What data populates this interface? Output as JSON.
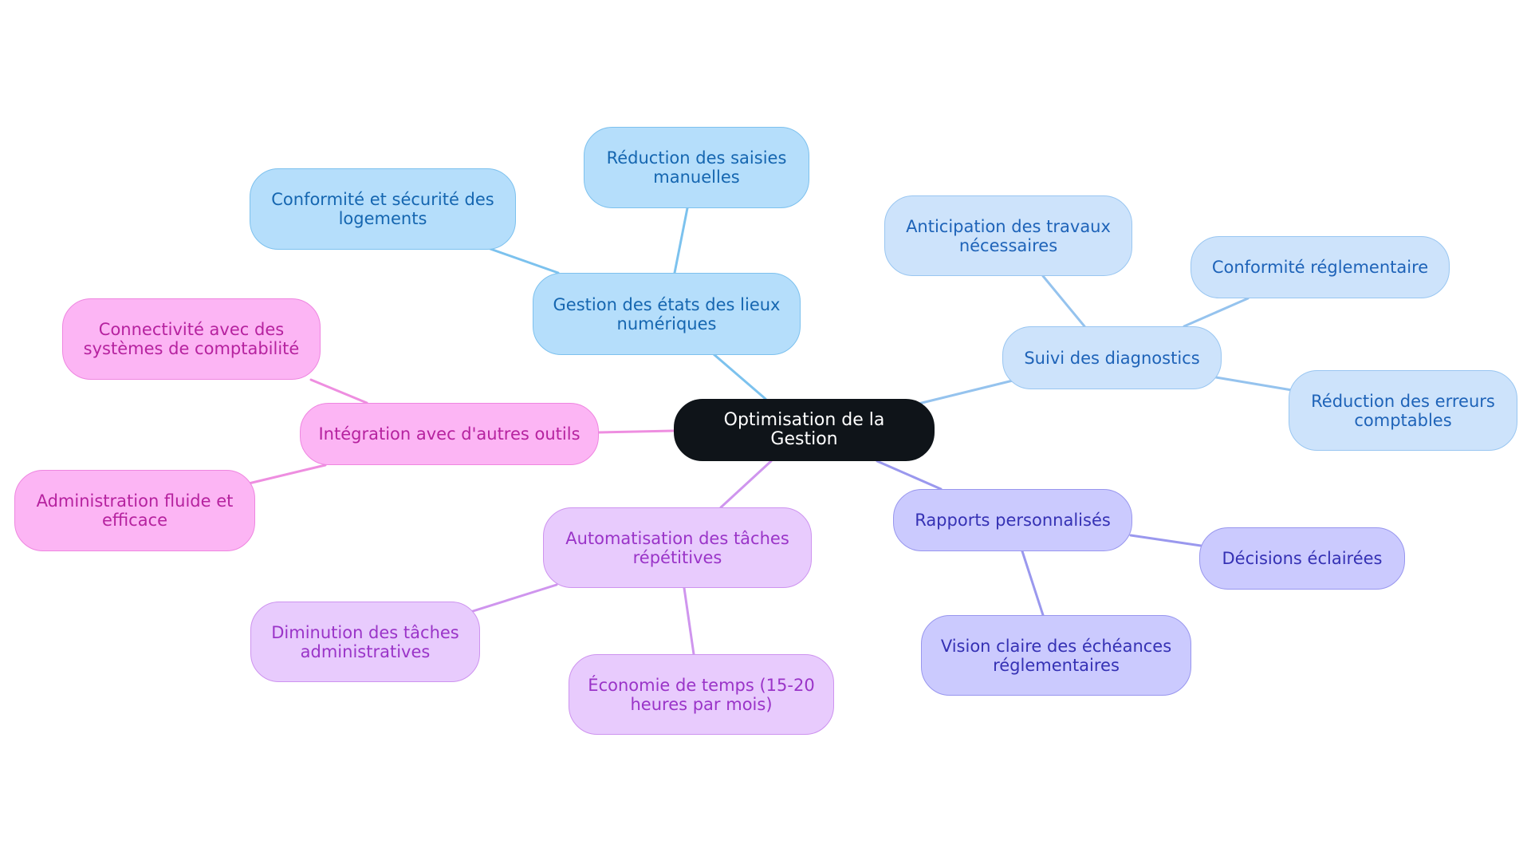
{
  "root": {
    "label": "Optimisation de la Gestion"
  },
  "branches": {
    "gestion": {
      "label": "Gestion des états des lieux numériques",
      "children": [
        "Conformité et sécurité des logements",
        "Réduction des saisies manuelles"
      ]
    },
    "suivi": {
      "label": "Suivi des diagnostics",
      "children": [
        "Anticipation des travaux nécessaires",
        "Conformité réglementaire",
        "Réduction des erreurs comptables"
      ]
    },
    "rapports": {
      "label": "Rapports personnalisés",
      "children": [
        "Décisions éclairées",
        "Vision claire des échéances réglementaires"
      ]
    },
    "automatisation": {
      "label": "Automatisation des tâches répétitives",
      "children": [
        "Diminution des tâches administratives",
        "Économie de temps (15-20 heures par mois)"
      ]
    },
    "integration": {
      "label": "Intégration avec d'autres outils",
      "children": [
        "Connectivité avec des systèmes de comptabilité",
        "Administration fluide et efficace"
      ]
    }
  },
  "colors": {
    "sky_line": "#7cc2ee",
    "lblue_line": "#95c3ee",
    "violet_line": "#9a98ee",
    "lilac_line": "#cf95ee",
    "pink_line": "#ee8ee0"
  }
}
